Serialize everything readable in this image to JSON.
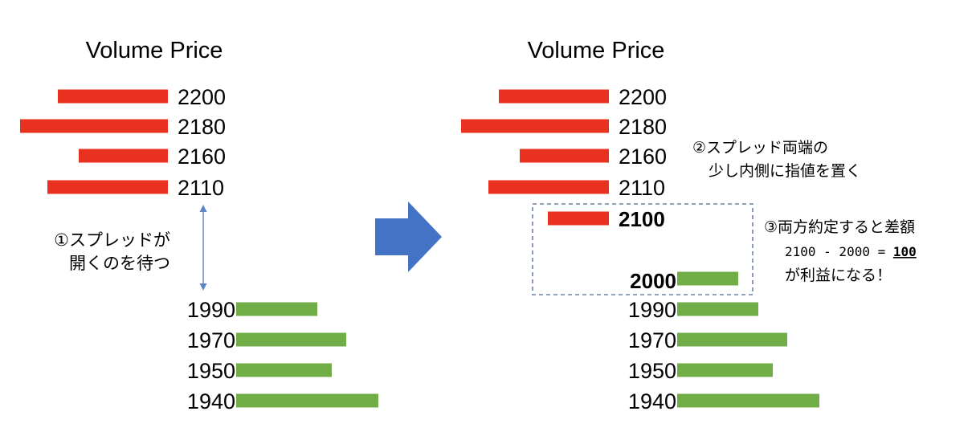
{
  "left_panel": {
    "header": "Volume Price",
    "asks": [
      {
        "price": "2200",
        "volume": 137
      },
      {
        "price": "2180",
        "volume": 184
      },
      {
        "price": "2160",
        "volume": 111
      },
      {
        "price": "2110",
        "volume": 150
      }
    ],
    "bids": [
      {
        "price": "1990",
        "volume": 101
      },
      {
        "price": "1970",
        "volume": 137
      },
      {
        "price": "1950",
        "volume": 119
      },
      {
        "price": "1940",
        "volume": 177
      }
    ],
    "note_line1": "①スプレッドが",
    "note_line2": "開くのを待つ"
  },
  "right_panel": {
    "header": "Volume Price",
    "asks": [
      {
        "price": "2200",
        "volume": 137
      },
      {
        "price": "2180",
        "volume": 184
      },
      {
        "price": "2160",
        "volume": 111
      },
      {
        "price": "2110",
        "volume": 150
      }
    ],
    "new_ask": {
      "price": "2100",
      "volume": 76
    },
    "new_bid": {
      "price": "2000",
      "volume": 76
    },
    "bids": [
      {
        "price": "1990",
        "volume": 101
      },
      {
        "price": "1970",
        "volume": 137
      },
      {
        "price": "1950",
        "volume": 119
      },
      {
        "price": "1940",
        "volume": 177
      }
    ],
    "note2_line1": "②スプレッド両端の",
    "note2_line2": "少し内側に指値を置く",
    "note3_line1": "③両方約定すると差額",
    "note3_line2_prefix": "2100 - 2000 = ",
    "note3_line2_value": "100",
    "note3_line3": "が利益になる！"
  },
  "colors": {
    "ask": "#e8321f",
    "bid": "#71ad47",
    "arrow": "#4472c4",
    "spread_arrow": "#5b86c5",
    "box": "#6b82a8"
  }
}
